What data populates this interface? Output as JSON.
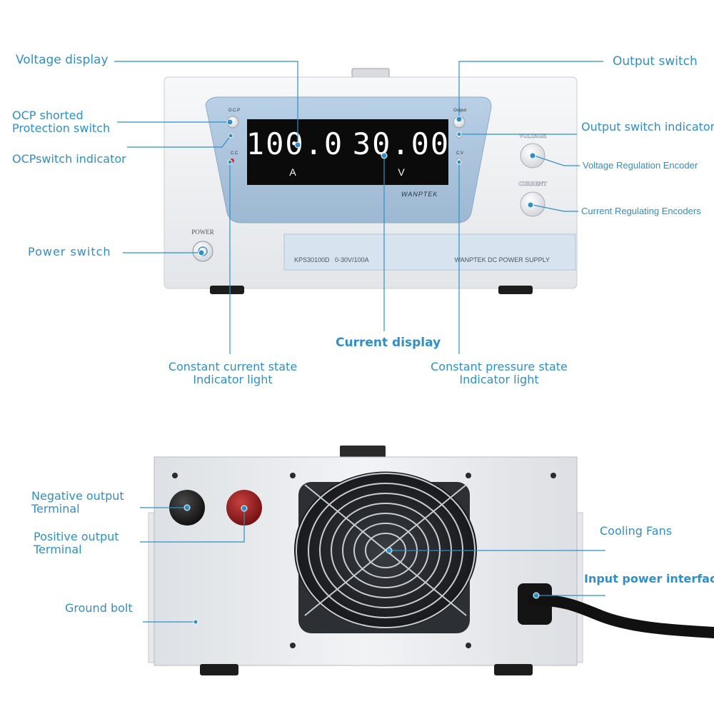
{
  "device": {
    "brand": "WANPTEK",
    "current_reading": "100.0",
    "voltage_reading": "30.00",
    "current_unit": "A",
    "voltage_unit": "V",
    "label_ocp": "O.C.P",
    "label_output": "Output",
    "label_cc": "C.C",
    "label_cv": "C.V",
    "label_voltage_knob": "VOLTAGE",
    "label_current_knob": "CURRENT",
    "label_power": "POWER",
    "model_plate": "KPS30100D   0-30V/100A",
    "name_plate": "WANPTEK DC POWER SUPPLY"
  },
  "callouts": {
    "voltage_display": "Voltage display",
    "ocp_shorted": [
      "OCP shorted",
      "Protection switch"
    ],
    "ocp_indicator": "OCPswitch indicator",
    "power_switch": "Power switch",
    "output_switch": "Output switch",
    "output_indicator": "Output switch indicator",
    "voltage_encoder": "Voltage Regulation Encoder",
    "current_encoder": "Current Regulating Encoders",
    "current_display": "Current display",
    "cc_indicator": [
      "Constant current state",
      "Indicator light"
    ],
    "cv_indicator": [
      "Constant pressure state",
      "Indicator light"
    ],
    "negative_terminal": [
      "Negative output",
      "Terminal"
    ],
    "positive_terminal": [
      "Positive output",
      "Terminal"
    ],
    "ground_bolt": "Ground bolt",
    "cooling_fans": "Cooling Fans",
    "input_power": "Input power interface"
  },
  "colors": {
    "accent": "#2f8fc9",
    "panel": "#eef0f2",
    "display_bezel": "#a9c4dd",
    "display_bg": "#0b0b0b",
    "terminal_red": "#8e1818"
  }
}
